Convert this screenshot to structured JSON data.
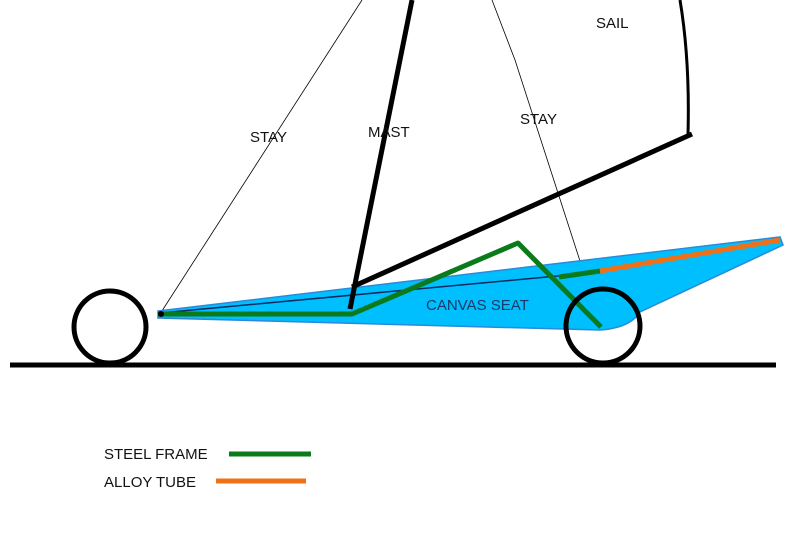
{
  "labels": {
    "stay_left": "STAY",
    "mast": "MAST",
    "stay_right": "STAY",
    "sail": "SAIL",
    "canvas_seat": "CANVAS SEAT"
  },
  "legend": [
    {
      "label": "STEEL FRAME",
      "color": "#0a7a1a"
    },
    {
      "label": "ALLOY TUBE",
      "color": "#f07018"
    }
  ],
  "colors": {
    "seat": "#00bfff",
    "frame": "#0a7a1a",
    "alloy": "#f07018",
    "structure": "#000000"
  }
}
